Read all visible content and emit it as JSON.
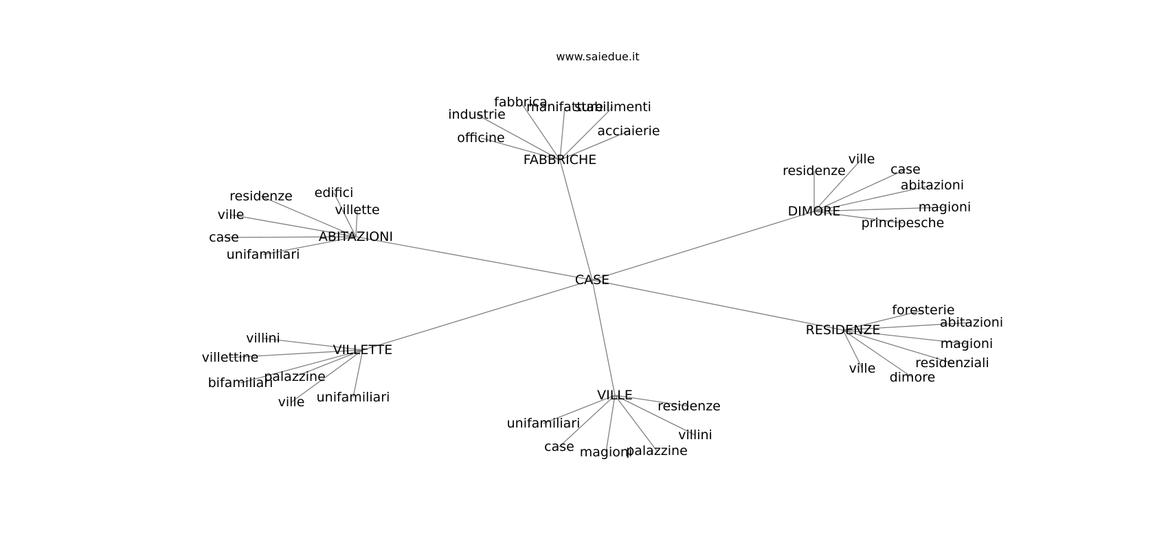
{
  "title": "www.saiedue.it",
  "center": "CASE",
  "edge_color": "#808080",
  "groups": [
    {
      "name": "FABBRICHE",
      "leaves": [
        "industrie",
        "fabbrica",
        "manifatture",
        "stabilimenti",
        "officine",
        "acciaierie"
      ]
    },
    {
      "name": "DIMORE",
      "leaves": [
        "residenze",
        "ville",
        "case",
        "abitazioni",
        "magioni",
        "principesche"
      ]
    },
    {
      "name": "ABITAZIONI",
      "leaves": [
        "edifici",
        "residenze",
        "ville",
        "case",
        "villette",
        "unifamiliari"
      ]
    },
    {
      "name": "VILLETTE",
      "leaves": [
        "villini",
        "villettine",
        "palazzine",
        "bifamiliari",
        "ville",
        "unifamiliari"
      ]
    },
    {
      "name": "VILLE",
      "leaves": [
        "residenze",
        "unifamiliari",
        "villini",
        "case",
        "magioni",
        "palazzine"
      ]
    },
    {
      "name": "RESIDENZE",
      "leaves": [
        "foresterie",
        "abitazioni",
        "magioni",
        "residenziali",
        "ville",
        "dimore"
      ]
    }
  ]
}
